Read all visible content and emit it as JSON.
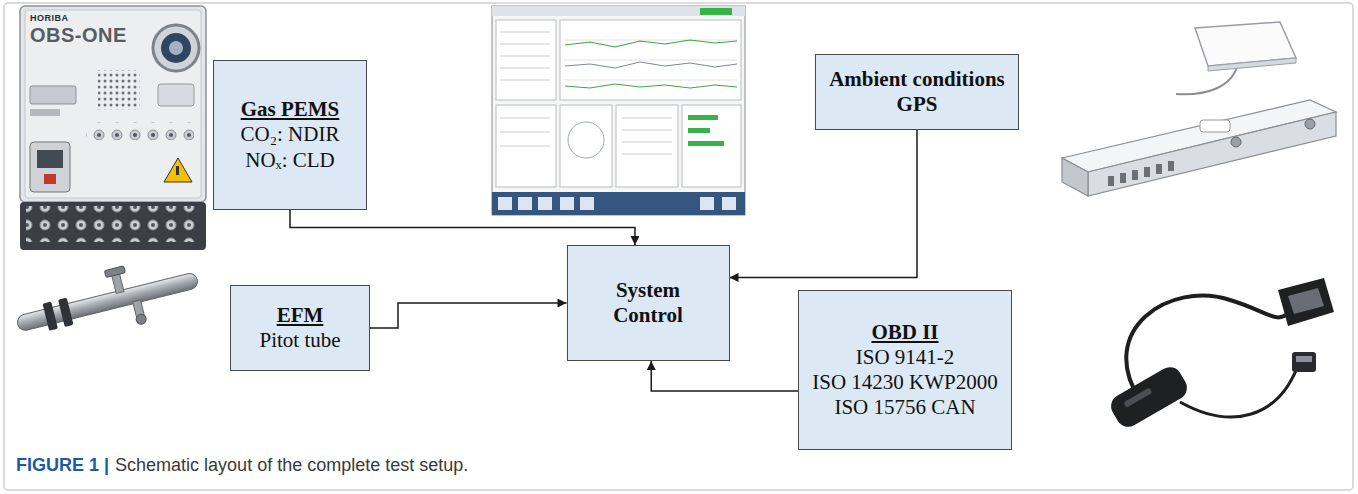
{
  "diagram": {
    "caption": "Schematic layout of the complete test setup.",
    "nodes": [
      {
        "text": [
          "Gas PEMS",
          "CO₂: NDIR",
          "NOₓ: CLD"
        ]
      },
      {
        "text": [
          "Ambient conditions",
          "GPS"
        ]
      },
      {
        "text": [
          "System Control"
        ]
      },
      {
        "text": [
          "EFM",
          "Pitot tube"
        ]
      },
      {
        "text": [
          "OBD II",
          "ISO 9141-2",
          "ISO 14230 KWP2000",
          "ISO 15756 CAN"
        ]
      }
    ],
    "edges": [
      {
        "from": 0,
        "to": 2,
        "arrow": "to"
      },
      {
        "from": 1,
        "to": 2,
        "arrow": "to"
      },
      {
        "from": 3,
        "to": 2,
        "arrow": "to"
      },
      {
        "from": 4,
        "to": 2,
        "arrow": "to"
      }
    ],
    "labels": [
      "HORIBA",
      "OBS-ONE",
      "FIGURE 1 |"
    ]
  }
}
